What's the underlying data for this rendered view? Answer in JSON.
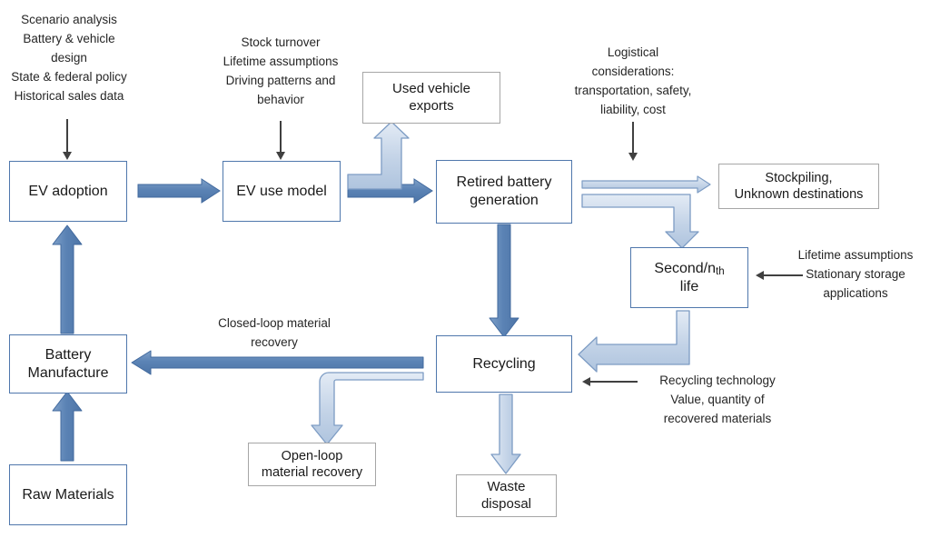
{
  "diagram": {
    "title": "EV battery lifecycle material flow diagram",
    "colors": {
      "arrow_solid_fill": "#5B83B5",
      "arrow_solid_stroke": "#41699E",
      "arrow_outline_fill": "#BCCFE4",
      "arrow_outline_stroke": "#7D9CC4",
      "box_border_blue": "#4F77AC",
      "box_border_gray": "#A6A6A6",
      "thin_arrow": "#404040",
      "text": "#262626",
      "background": "#FFFFFF"
    }
  },
  "nodes": {
    "ev_adoption": {
      "label": "EV adoption"
    },
    "ev_use_model": {
      "label": "EV use model"
    },
    "used_vehicle_exports": {
      "line1": "Used vehicle",
      "line2": "exports"
    },
    "retired_battery_generation": {
      "line1": "Retired battery",
      "line2": "generation"
    },
    "stockpiling": {
      "line1": "Stockpiling,",
      "line2": "Unknown destinations"
    },
    "second_life": {
      "line1_pre": "Second/n",
      "line1_sub": "th",
      "line2": "life"
    },
    "recycling": {
      "label": "Recycling"
    },
    "waste_disposal": {
      "line1": "Waste",
      "line2": "disposal"
    },
    "battery_manufacture": {
      "line1": "Battery",
      "line2": "Manufacture"
    },
    "raw_materials": {
      "label": "Raw Materials"
    },
    "open_loop": {
      "line1": "Open-loop",
      "line2": "material recovery"
    }
  },
  "notes": {
    "ev_adoption_inputs": "Scenario analysis\nBattery & vehicle\ndesign\nState & federal policy\nHistorical sales data",
    "ev_use_inputs": "Stock turnover\nLifetime assumptions\nDriving patterns and\nbehavior",
    "logistics": "Logistical\nconsiderations:\ntransportation, safety,\nliability, cost",
    "second_life_inputs": "Lifetime assumptions\nStationary storage\napplications",
    "recycling_inputs": "Recycling technology\nValue, quantity of\nrecovered materials",
    "closed_loop": "Closed-loop material\nrecovery"
  }
}
